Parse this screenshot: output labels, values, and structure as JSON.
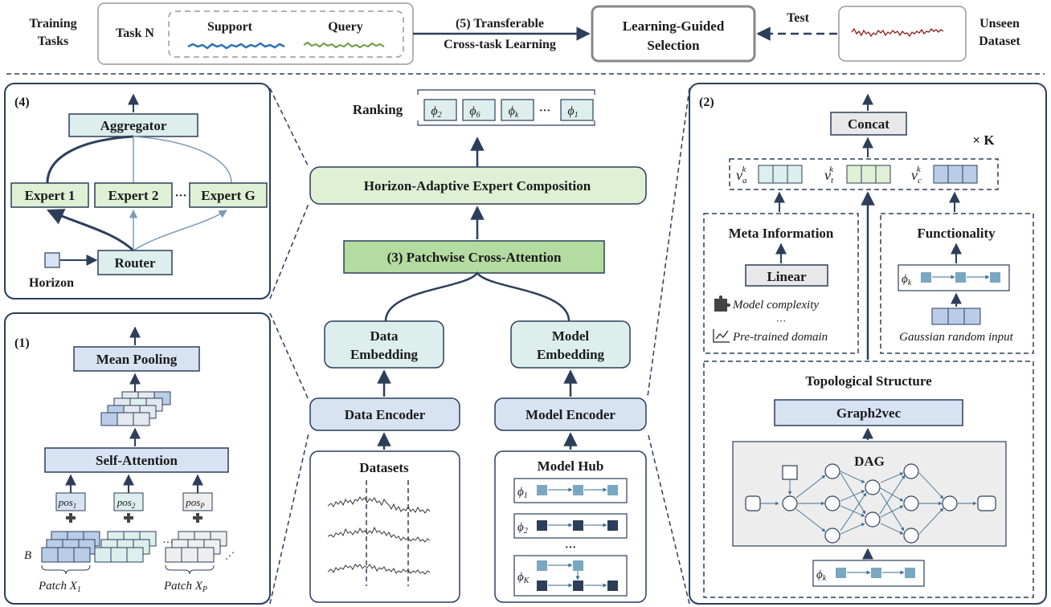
{
  "top": {
    "training_tasks": [
      "Training",
      "Tasks"
    ],
    "task_n": "Task N",
    "support": "Support",
    "query": "Query",
    "transfer": [
      "(5) Transferable",
      "Cross-task Learning"
    ],
    "selection": [
      "Learning-Guided",
      "Selection"
    ],
    "test": "Test",
    "unseen": [
      "Unseen",
      "Dataset"
    ]
  },
  "panel4": {
    "label": "(4)",
    "aggregator": "Aggregator",
    "experts": [
      "Expert 1",
      "Expert 2",
      "Expert G"
    ],
    "ellipsis": "···",
    "router": "Router",
    "horizon": "Horizon"
  },
  "panel1": {
    "label": "(1)",
    "mean_pooling": "Mean Pooling",
    "self_attention": "Self-Attention",
    "pos": [
      "pos",
      "pos",
      "pos"
    ],
    "pos_sub": [
      "1",
      "2",
      "P"
    ],
    "batch": "B",
    "patch": [
      "Patch X",
      "Patch X"
    ],
    "patch_sub": [
      "1",
      "P"
    ]
  },
  "center": {
    "ranking": "Ranking",
    "ranking_items": [
      "ϕ",
      "ϕ",
      "ϕ",
      "ϕ"
    ],
    "ranking_subs": [
      "2",
      "6",
      "k",
      "1"
    ],
    "ranking_ellipsis": "···",
    "horizon_adaptive": "Horizon-Adaptive Expert Composition",
    "patchwise": "(3) Patchwise Cross-Attention",
    "data_embedding": [
      "Data",
      "Embedding"
    ],
    "model_embedding": [
      "Model",
      "Embedding"
    ],
    "data_encoder": "Data Encoder",
    "model_encoder": "Model Encoder",
    "datasets": "Datasets",
    "model_hub": "Model Hub",
    "hub_labels": [
      "ϕ",
      "ϕ",
      "ϕ"
    ],
    "hub_subs": [
      "1",
      "2",
      "K"
    ],
    "hub_ellipsis": "···"
  },
  "panel2": {
    "label": "(2)",
    "concat": "Concat",
    "times_k": "× K",
    "v_labels": [
      "v",
      "v",
      "v"
    ],
    "v_subs": [
      "a",
      "t",
      "c"
    ],
    "v_sup": "k",
    "meta_info": "Meta Information",
    "linear": "Linear",
    "model_complexity": "Model complexity",
    "meta_ellipsis": "···",
    "pretrained_domain": "Pre-trained domain",
    "functionality": "Functionality",
    "phi_k": "ϕ",
    "phi_sub": "k",
    "gaussian": "Gaussian random input",
    "topological": "Topological Structure",
    "graph2vec": "Graph2vec",
    "dag": "DAG"
  },
  "colors": {
    "teal": "#dcefed",
    "green": "#dff0d5",
    "dark_green": "#b4dba0",
    "blue": "#d7e3f3",
    "navy": "#2c3e5a",
    "support_line": "#2a72b5",
    "query_line": "#6b9a3a",
    "test_line": "#8b1a1a"
  }
}
